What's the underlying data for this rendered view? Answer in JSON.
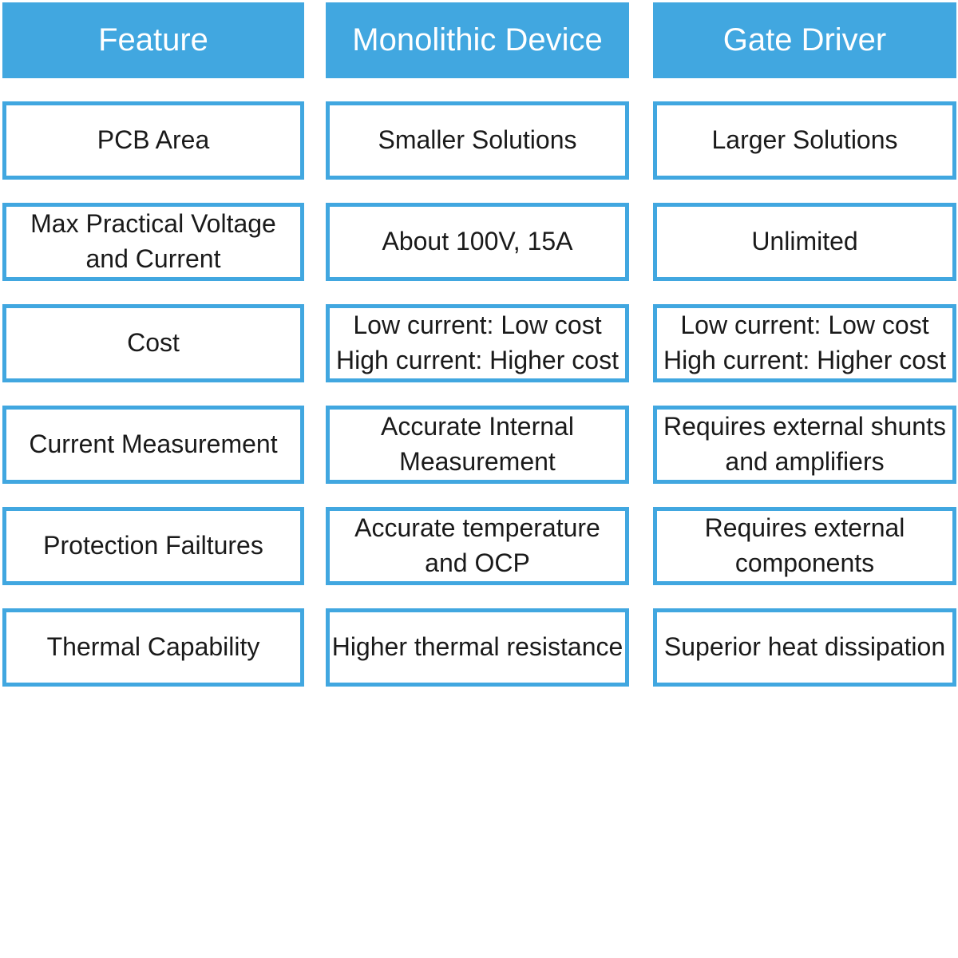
{
  "colors": {
    "accent": "#41a7e0",
    "header_text": "#ffffff",
    "cell_text": "#1a1a1a",
    "cell_background": "#ffffff"
  },
  "table": {
    "headers": [
      "Feature",
      "Monolithic Device",
      "Gate Driver"
    ],
    "rows": [
      {
        "feature": "PCB Area",
        "monolithic_device": "Smaller Solutions",
        "gate_driver": "Larger Solutions"
      },
      {
        "feature": "Max Practical Voltage\nand Current",
        "monolithic_device": "About 100V, 15A",
        "gate_driver": "Unlimited"
      },
      {
        "feature": "Cost",
        "monolithic_device": "Low current: Low cost\nHigh current: Higher cost",
        "gate_driver": "Low current: Low cost\nHigh current: Higher cost"
      },
      {
        "feature": "Current Measurement",
        "monolithic_device": "Accurate Internal\nMeasurement",
        "gate_driver": "Requires external shunts\nand amplifiers"
      },
      {
        "feature": "Protection Failtures",
        "monolithic_device": "Accurate temperature\nand OCP",
        "gate_driver": "Requires external\ncomponents"
      },
      {
        "feature": "Thermal Capability",
        "monolithic_device": "Higher thermal resistance",
        "gate_driver": "Superior heat dissipation"
      }
    ]
  }
}
